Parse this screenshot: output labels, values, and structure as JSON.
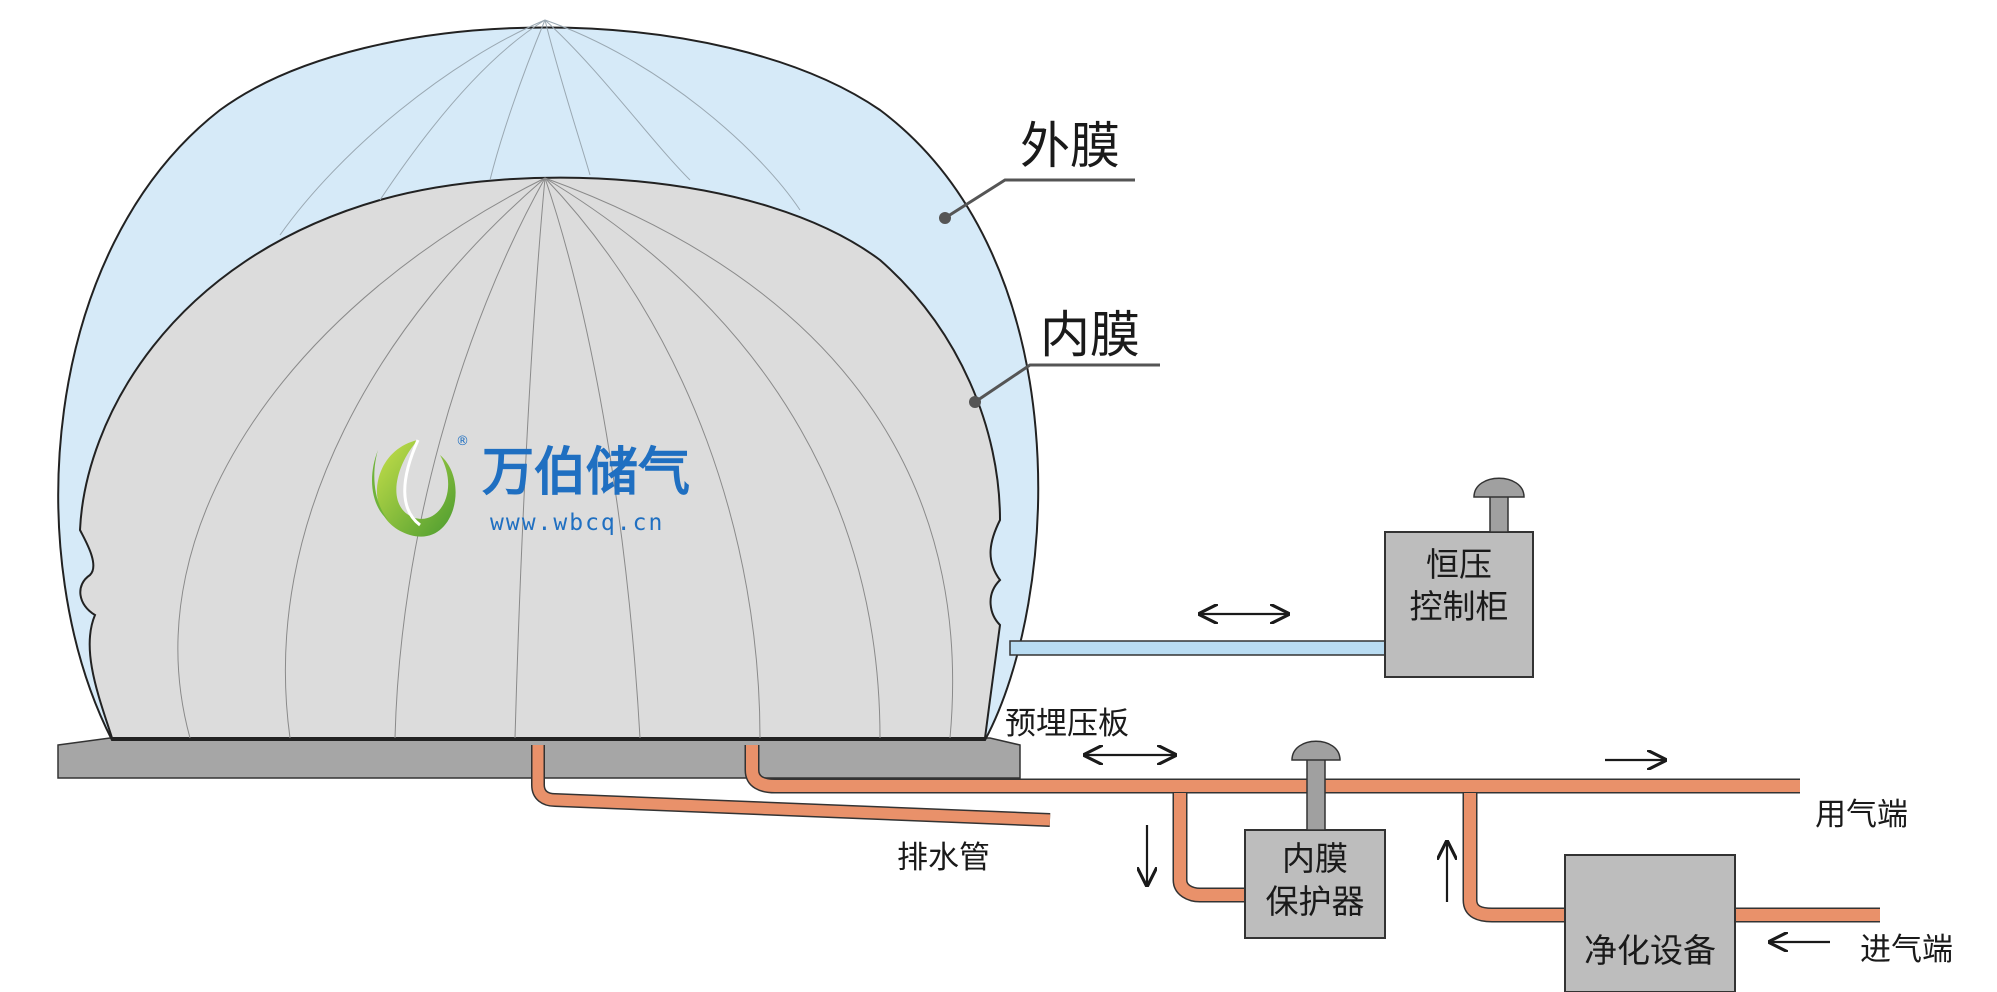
{
  "labels": {
    "outer_membrane": "外膜",
    "inner_membrane": "内膜",
    "drain_pipe": "排水管",
    "embedded_plate": "预埋压板",
    "gas_outlet": "用气端",
    "gas_inlet": "进气端"
  },
  "boxes": {
    "pressure_cabinet": [
      "恒压",
      "控制柜"
    ],
    "membrane_protector": [
      "内膜",
      "保护器"
    ],
    "purifier": "净化设备"
  },
  "brand": {
    "name": "万伯储气",
    "url": "www.wbcq.cn",
    "registered": "®"
  },
  "colors": {
    "outer_fill": "#d6eaf8",
    "inner_fill": "#dcdcdc",
    "pipe_orange": "#e9916a",
    "pipe_blue": "#b9dcf2",
    "base": "#a6a6a6",
    "box": "#bdbdbd",
    "brand_blue": "#1f6fc1",
    "leaf_green": "#8cc63f"
  },
  "icons": [
    "vent-cap-icon",
    "leaf-logo-icon"
  ]
}
